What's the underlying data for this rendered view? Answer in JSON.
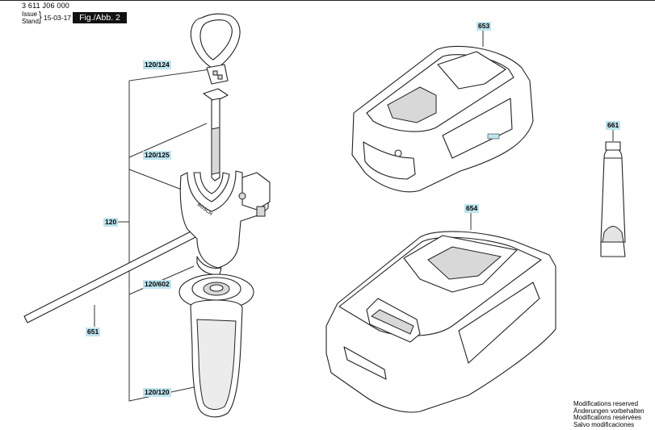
{
  "header": {
    "doc_number": "3 611 J06 000",
    "issue_label": "Issue",
    "stand_label": "Stand",
    "date": "15-03-17",
    "figure_label": "Fig./Abb. 2"
  },
  "callouts": {
    "c120": "120",
    "c120_124": "120/124",
    "c120_125": "120/125",
    "c120_602": "120/602",
    "c120_120": "120/120",
    "c651": "651",
    "c653": "653",
    "c654": "654",
    "c661": "661"
  },
  "handle_brand": "BOSCH",
  "notes": [
    "Modifications reserved",
    "Änderungen vorbehalten",
    "Modifications resérvées",
    "Salvo modificaciones"
  ],
  "colors": {
    "callout_bg": "#bfe4ee",
    "figure_bg": "#111111"
  }
}
